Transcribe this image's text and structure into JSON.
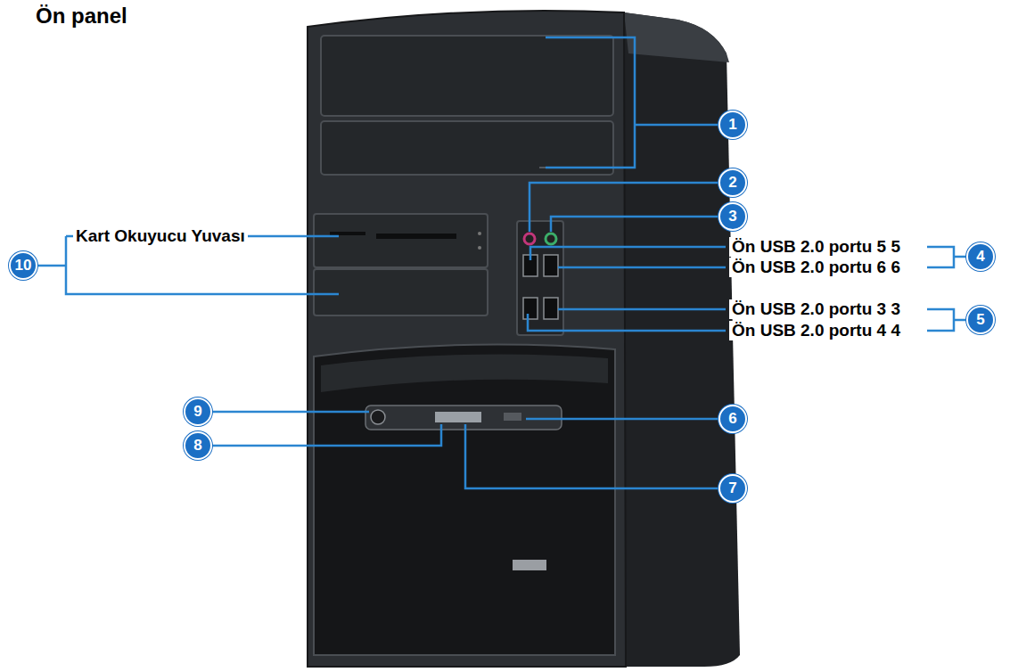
{
  "diagram": {
    "title": "Ön panel",
    "labels": [
      "1",
      "2",
      "3",
      "Kart Okuyucu Yuvası",
      "10",
      "Ön USB 2.0 portu 5 5",
      "Ön USB 2.0 portu 6 6",
      "4",
      "Ön USB 2.0 portu 3 3",
      "Ön USB 2.0 portu 4 4",
      "5",
      "9",
      "6",
      "8",
      "7"
    ]
  }
}
